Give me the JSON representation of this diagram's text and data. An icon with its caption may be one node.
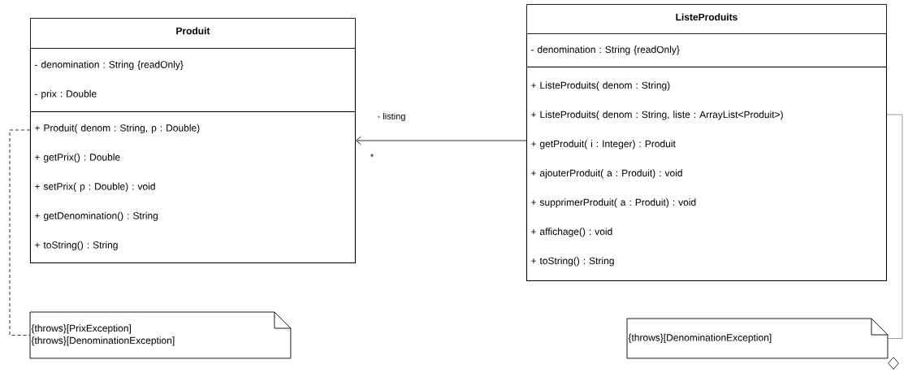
{
  "diagram": {
    "nodes": [
      {
        "text": [
          "Produit"
        ]
      },
      {
        "text": [
          "- denomination : String {readOnly}",
          "- prix : Double"
        ],
        "in": 0
      },
      {
        "text": [
          "+ Produit( denom : String, p : Double)",
          "+ getPrix() : Double",
          "+ setPrix( p : Double) : void",
          "+ getDenomination() : String",
          "+ toString() : String"
        ],
        "in": 0
      },
      {
        "text": [
          "ListeProduits"
        ]
      },
      {
        "text": [
          "- denomination : String {readOnly}"
        ],
        "in": 3
      },
      {
        "text": [
          "+ ListeProduits( denom : String)",
          "+ ListeProduits( denom : String, liste : ArrayList<Produit>)",
          "+ getProduit( i : Integer) : Produit",
          "+ ajouterProduit( a : Produit) :  void",
          "+ supprimerProduit( a : Produit) : void",
          "+ affichage() : void",
          "+ toString() : String"
        ],
        "in": 3
      },
      {
        "text": [
          "{throws}[PrixException]",
          "{throws}[DenominationException]"
        ]
      },
      {
        "text": [
          "{throws}[DenominationException]"
        ]
      }
    ],
    "edges": [
      {
        "from": 5,
        "to": 0,
        "arrow": "to",
        "label": "- listing"
      },
      {
        "from": 2,
        "to": 6,
        "arrow": "none",
        "style": "dashed"
      },
      {
        "from": 5,
        "to": 7,
        "arrow": "none",
        "color": "#808080"
      }
    ],
    "labels": [
      "*"
    ]
  }
}
